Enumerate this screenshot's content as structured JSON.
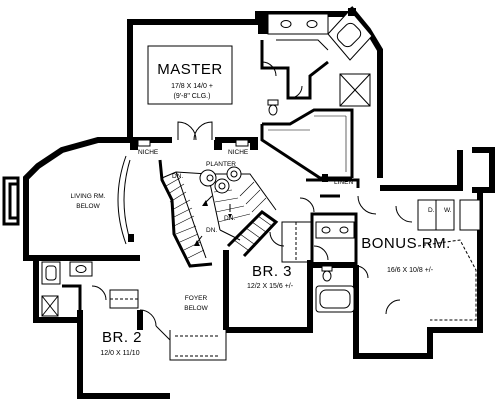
{
  "rooms": {
    "master": {
      "name": "MASTER",
      "dims": "17/8 X 14/0 +",
      "ceiling": "(9'-8\" CLG.)"
    },
    "br2": {
      "name": "BR. 2",
      "dims": "12/0 X 11/10"
    },
    "br3": {
      "name": "BR. 3",
      "dims": "12/2 X 15/6 +/-"
    },
    "bonus": {
      "name": "BONUS RM.",
      "dims": "16/6 X 10/8 +/-"
    },
    "living": {
      "line1": "LIVING RM.",
      "line2": "BELOW"
    },
    "foyer": {
      "line1": "FOYER",
      "line2": "BELOW"
    }
  },
  "labels": {
    "niche": "NICHE",
    "planter": "PLANTER",
    "linen": "LINEN",
    "dn": "DN.",
    "d": "D.",
    "w": "W."
  }
}
